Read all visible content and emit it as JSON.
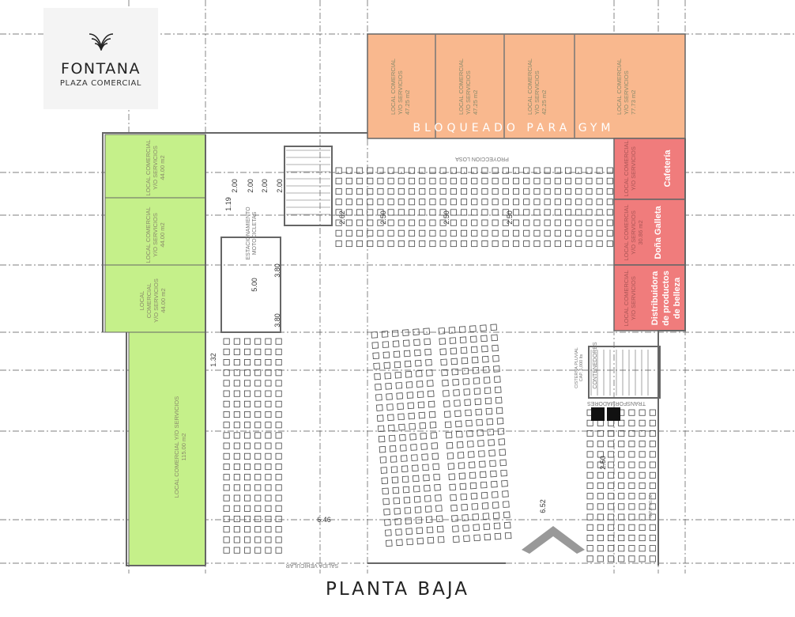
{
  "logo": {
    "title": "FONTANA",
    "subtitle": "PLAZA COMERCIAL"
  },
  "page_title": "PLANTA BAJA",
  "colors": {
    "blocked": "#f9b88e",
    "occupied": "#f07c7c",
    "available": "#c5f08a"
  },
  "blocked_zone": {
    "label": "BLOQUEADO PARA GYM",
    "units": [
      {
        "line1": "LOCAL COMERCIAL",
        "line2": "Y/O SERVICIOS",
        "area": "47.25 m2"
      },
      {
        "line1": "LOCAL COMERCIAL",
        "line2": "Y/O SERVICIOS",
        "area": "47.25 m2"
      },
      {
        "line1": "LOCAL COMERCIAL",
        "line2": "Y/O SERVICIOS",
        "area": "42.25 m2"
      },
      {
        "line1": "LOCAL COMERCIAL",
        "line2": "Y/O SERVICIOS",
        "area": "77.73 m2"
      }
    ]
  },
  "occupied_units": [
    {
      "tenant": "Cafetería",
      "line1": "LOCAL COMERCIAL",
      "line2": "Y/O SERVICIOS"
    },
    {
      "tenant": "Doña Galleta",
      "line1": "LOCAL COMERCIAL",
      "line2": "Y/O SERVICIOS",
      "area": "30.86 m2"
    },
    {
      "tenant_line1": "Distribuidora",
      "tenant_line2": "de productos",
      "tenant_line3": "de belleza",
      "line1": "LOCAL COMERCIAL",
      "line2": "Y/O SERVICIOS"
    }
  ],
  "available_units": [
    {
      "line1": "LOCAL COMERCIAL",
      "line2": "Y/O SERVICIOS",
      "area": "44.00 m2"
    },
    {
      "line1": "LOCAL COMERCIAL",
      "line2": "Y/O SERVICIOS",
      "area": "44.00 m2"
    },
    {
      "line1": "LOCAL",
      "line2": "COMERCIAL",
      "line3": "Y/O SERVICIOS",
      "area": "44.00 m2"
    },
    {
      "line1": "LOCAL COMERCIAL Y/O SERVICIOS",
      "area": "115.00 m2"
    }
  ],
  "annotations": {
    "slab_projection": "PROYECCION LOSA",
    "moto_parking_1": "ESTACIONAMIENTO",
    "moto_parking_2": "MOTOCICLETAS",
    "vehicle_exit": "SALIDA VEHICULAR",
    "containers": "CONTENEDORES",
    "transformers": "TRANSFORMADORES",
    "cistern_1": "CISTERNA PLUVIAL",
    "cistern_2": "CAP. 5,000 lts",
    "npt": "N.P.T. ±0.00",
    "dim_646": "6.46",
    "dim_652": "6.52",
    "dim_132": "1.32",
    "dim_500": "5.00",
    "dim_250": "2.50",
    "dim_200": "2.00",
    "dim_119": "1.19",
    "dim_380": "3.80",
    "dim_262": "2.62"
  }
}
